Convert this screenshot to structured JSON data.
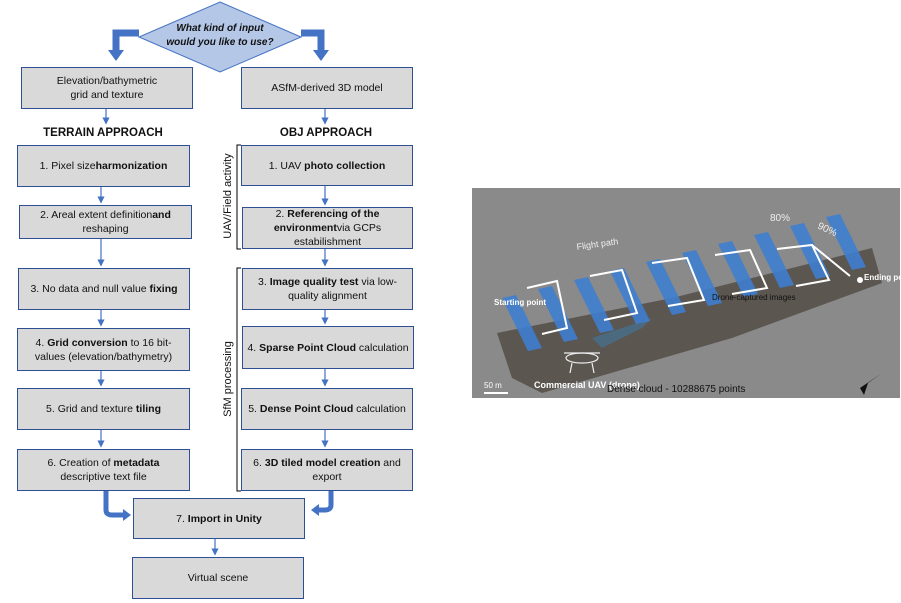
{
  "decision": {
    "question_line1": "What kind of input",
    "question_line2": "would you like to use?"
  },
  "inputs": {
    "left": {
      "line1": "Elevation/bathymetric",
      "line2": "grid and texture"
    },
    "right": "ASfM-derived 3D model"
  },
  "terrain": {
    "title": "TERRAIN APPROACH",
    "steps": [
      {
        "a": "1. Pixel size",
        "b": "harmonization",
        "c": ""
      },
      {
        "a": "2. Areal extent definition",
        "b": "and ",
        "c": "reshaping"
      },
      {
        "a": "3. No data and null value ",
        "b": "fixing",
        "c": ""
      },
      {
        "a": "4. ",
        "b": "Grid conversion",
        "c": " to 16 bit-values (elevation/bathymetry)"
      },
      {
        "a": "5. Grid and texture ",
        "b": "tiling",
        "c": ""
      },
      {
        "a": "6. Creation of ",
        "b": "metadata",
        "c": " descriptive text file"
      }
    ]
  },
  "obj": {
    "title": "OBJ APPROACH",
    "field_label": "UAV/Field activity",
    "sfm_label": "SfM processing",
    "steps": [
      {
        "a": "1. UAV ",
        "b": "photo collection",
        "c": ""
      },
      {
        "a": "2. ",
        "b": "Referencing of the environment",
        "c": "via GCPs estabilishment"
      },
      {
        "a": "3. ",
        "b": "Image quality test",
        "c": " via low-quality alignment"
      },
      {
        "a": "4. ",
        "b": "Sparse Point Cloud",
        "c": " calculation"
      },
      {
        "a": "5. ",
        "b": "Dense Point Cloud",
        "c": " calculation"
      },
      {
        "a": "6. ",
        "b": "3D tiled model creation",
        "c": " and export"
      }
    ]
  },
  "merge": {
    "a": "7. ",
    "b": "Import in Unity"
  },
  "output": "Virtual scene",
  "photo": {
    "flight_path": "Flight path",
    "p80": "80%",
    "p90": "90%",
    "ending": "Ending point",
    "starting": "Starting point",
    "images": "Drone-captured images",
    "uav": "Commercial UAV (drone)",
    "scale": "50 m",
    "caption": "Dense cloud -  10288675 points",
    "north": "N"
  },
  "colors": {
    "box_fill": "#d9d9d9",
    "box_border": "#2f4f94",
    "arrow": "#4472c4",
    "diamond": "#b4c7e7"
  }
}
